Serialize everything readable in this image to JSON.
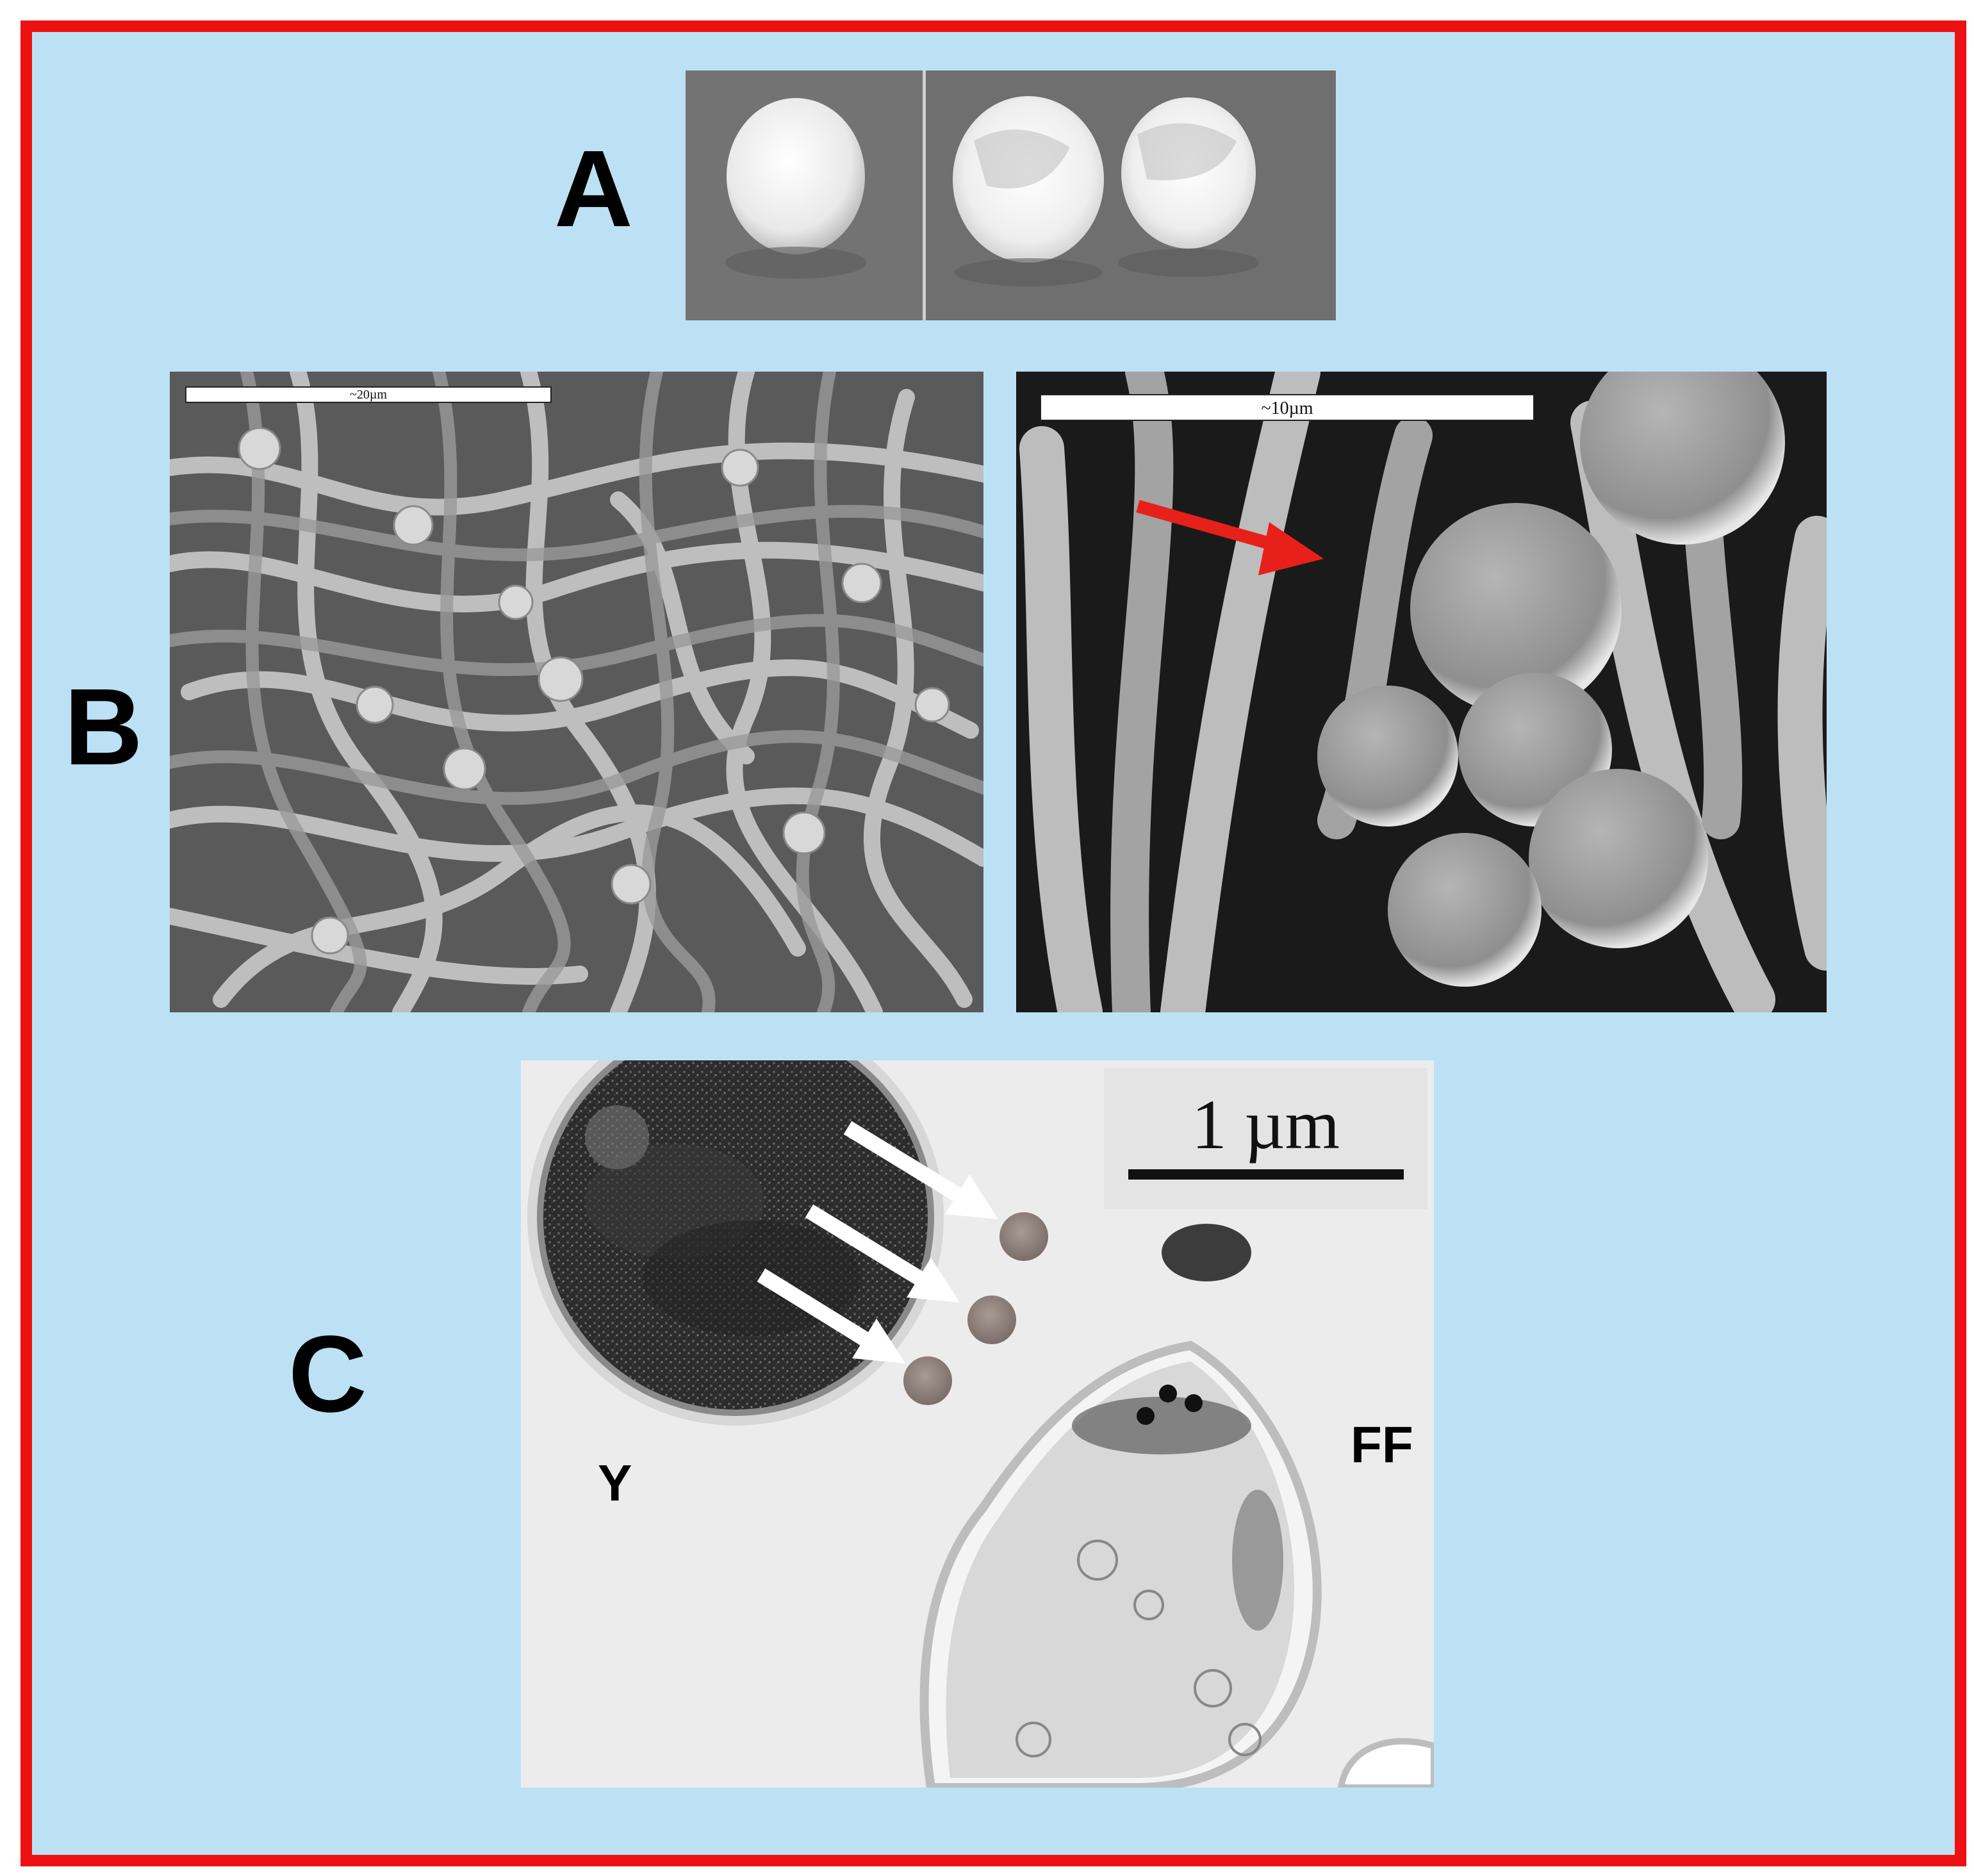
{
  "panels": {
    "a": {
      "label": "A"
    },
    "b": {
      "label": "B",
      "left_scale": "~20µm",
      "right_scale": "~10µm"
    },
    "c": {
      "label": "C",
      "scale": "1 µm",
      "yeast_label": "Y",
      "filament_label": "FF"
    }
  },
  "colors": {
    "frame_border": "#ee1111",
    "background": "#bde1f4",
    "arrow_red": "#e8201a",
    "arrow_white": "#ffffff"
  }
}
